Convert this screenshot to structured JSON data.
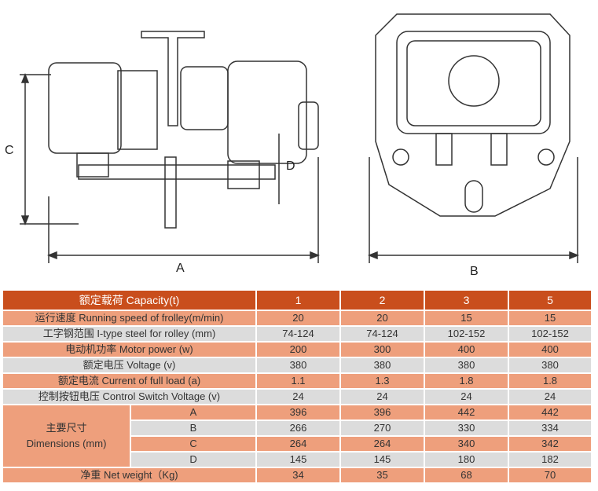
{
  "drawings": {
    "side_view": {
      "labels": {
        "a": "A",
        "c": "C",
        "d": "D"
      }
    },
    "front_view": {
      "labels": {
        "b": "B"
      }
    }
  },
  "table": {
    "header": {
      "label": "额定载荷  Capacity(t)",
      "values": [
        "1",
        "2",
        "3",
        "5"
      ]
    },
    "rows": [
      {
        "label": "运行速度  Running speed of frolley(m/min)",
        "values": [
          "20",
          "20",
          "15",
          "15"
        ]
      },
      {
        "label": "工字钢范围  I-type steel for rolley (mm)",
        "values": [
          "74-124",
          "74-124",
          "102-152",
          "102-152"
        ]
      },
      {
        "label": "电动机功率  Motor power (w)",
        "values": [
          "200",
          "300",
          "400",
          "400"
        ]
      },
      {
        "label": "额定电压  Voltage (v)",
        "values": [
          "380",
          "380",
          "380",
          "380"
        ]
      },
      {
        "label": "额定电流  Current of full load (a)",
        "values": [
          "1.1",
          "1.3",
          "1.8",
          "1.8"
        ]
      },
      {
        "label": "控制按钮电压  Control Switch Voltage (v)",
        "values": [
          "24",
          "24",
          "24",
          "24"
        ]
      }
    ],
    "dimensions": {
      "label_cn": "主要尺寸",
      "label_en": "Dimensions (mm)",
      "rows": [
        {
          "label": "A",
          "values": [
            "396",
            "396",
            "442",
            "442"
          ]
        },
        {
          "label": "B",
          "values": [
            "266",
            "270",
            "330",
            "334"
          ]
        },
        {
          "label": "C",
          "values": [
            "264",
            "264",
            "340",
            "342"
          ]
        },
        {
          "label": "D",
          "values": [
            "145",
            "145",
            "180",
            "182"
          ]
        }
      ]
    },
    "weight": {
      "label": "净重 Net weight（Kg)",
      "values": [
        "34",
        "35",
        "68",
        "70"
      ]
    }
  },
  "colors": {
    "header": "#c94e1c",
    "salmon": "#ee9f7c",
    "gray": "#dcdcdc"
  }
}
